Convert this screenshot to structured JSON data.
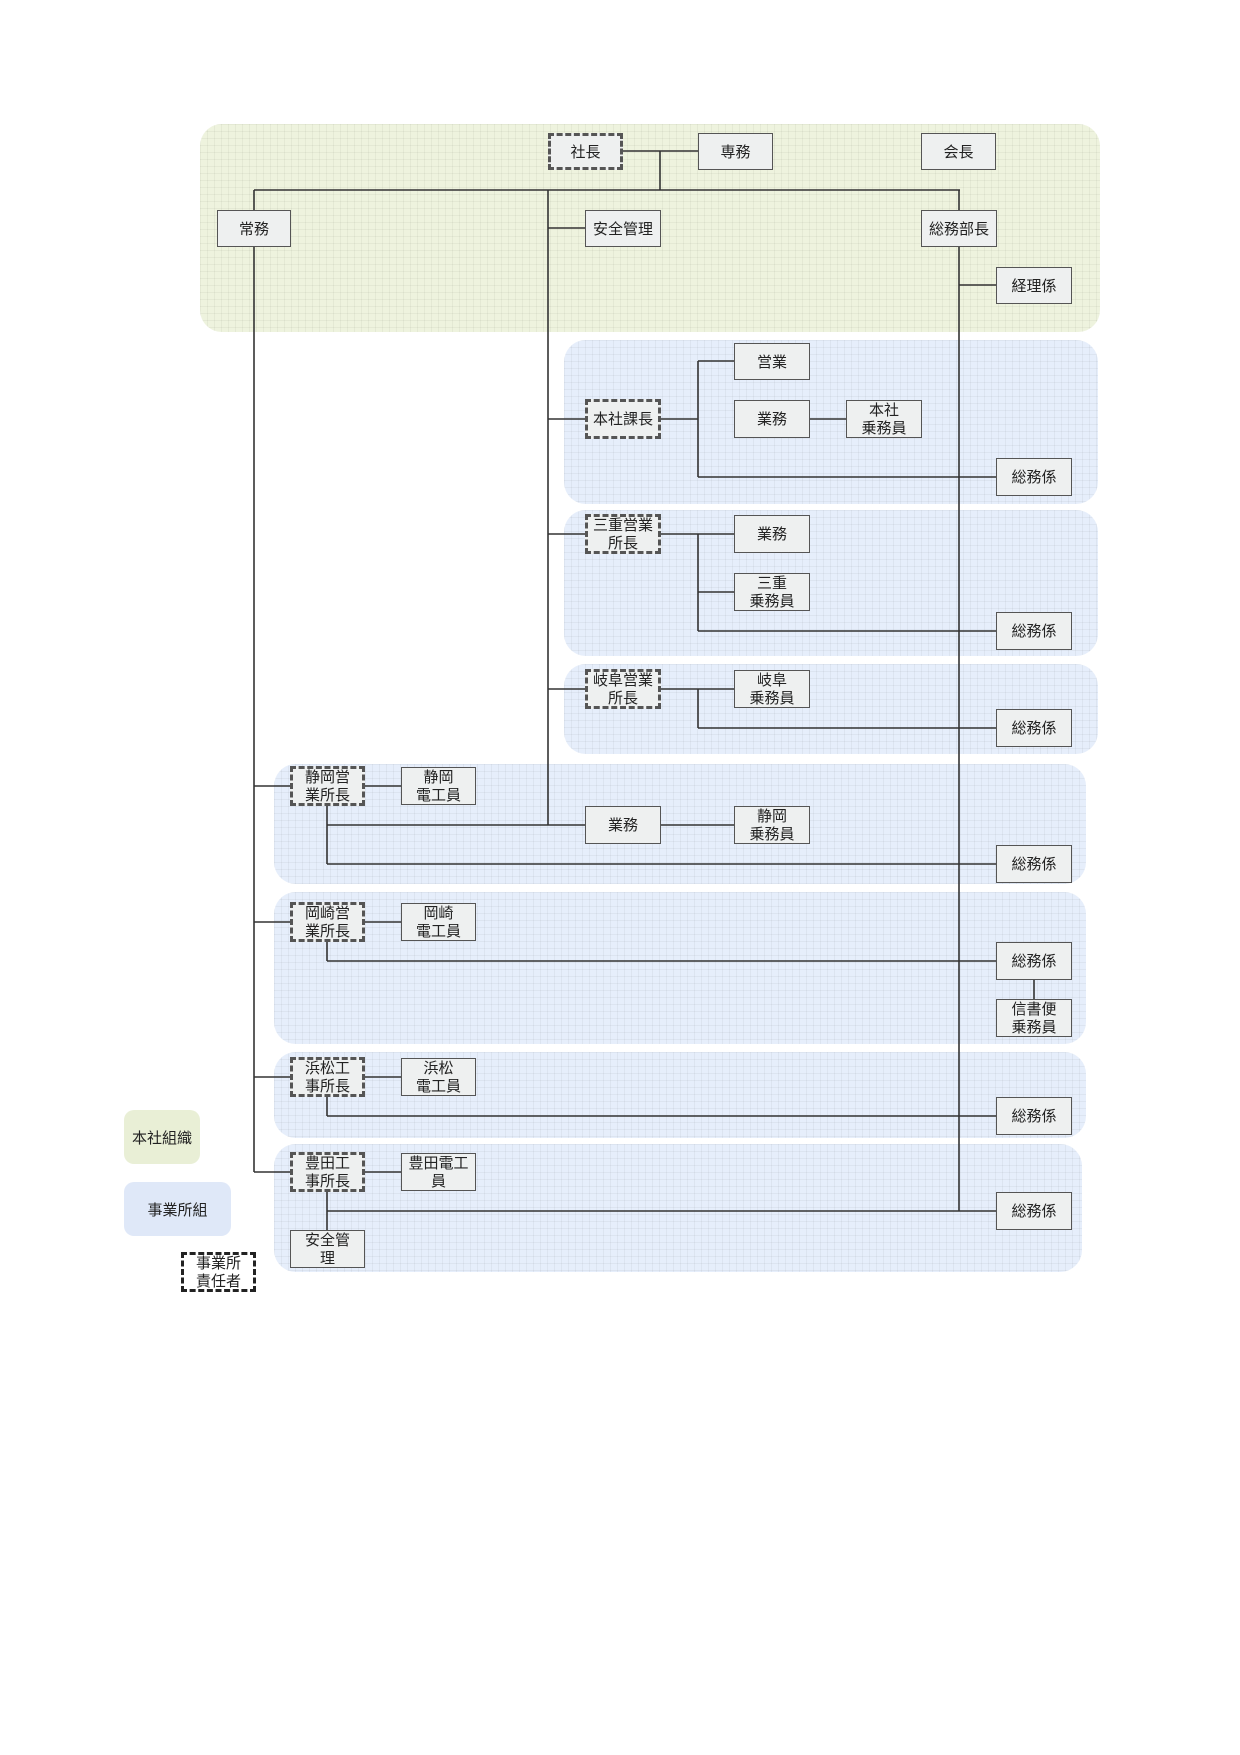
{
  "nodes": {
    "president": "社長",
    "senmu": "専務",
    "chairman": "会長",
    "jomu": "常務",
    "safety_hq": "安全管理",
    "gm_general_affairs": "総務部長",
    "accounting": "経理係",
    "hq_section_chief": "本社課長",
    "hq_sales": "営業",
    "hq_operations": "業務",
    "hq_crew": "本社\n乗務員",
    "hq_general_affairs": "総務係",
    "mie_manager": "三重営業\n所長",
    "mie_operations": "業務",
    "mie_crew": "三重\n乗務員",
    "mie_general_affairs": "総務係",
    "gifu_manager": "岐阜営業\n所長",
    "gifu_crew": "岐阜\n乗務員",
    "gifu_general_affairs": "総務係",
    "shizuoka_manager": "静岡営\n業所長",
    "shizuoka_electrician": "静岡\n電工員",
    "shizuoka_operations": "業務",
    "shizuoka_crew": "静岡\n乗務員",
    "shizuoka_general_affairs": "総務係",
    "okazaki_manager": "岡崎営\n業所長",
    "okazaki_electrician": "岡崎\n電工員",
    "okazaki_general_affairs": "総務係",
    "okazaki_courier": "信書便\n乗務員",
    "hamamatsu_manager": "浜松工\n事所長",
    "hamamatsu_electrician": "浜松\n電工員",
    "hamamatsu_general_affairs": "総務係",
    "toyota_manager": "豊田工\n事所長",
    "toyota_electrician": "豊田電工\n員",
    "toyota_general_affairs": "総務係",
    "toyota_safety": "安全管\n理"
  },
  "legend": {
    "hq": "本社組織",
    "site": "事業所組",
    "lead": "事業所\n責任者"
  }
}
